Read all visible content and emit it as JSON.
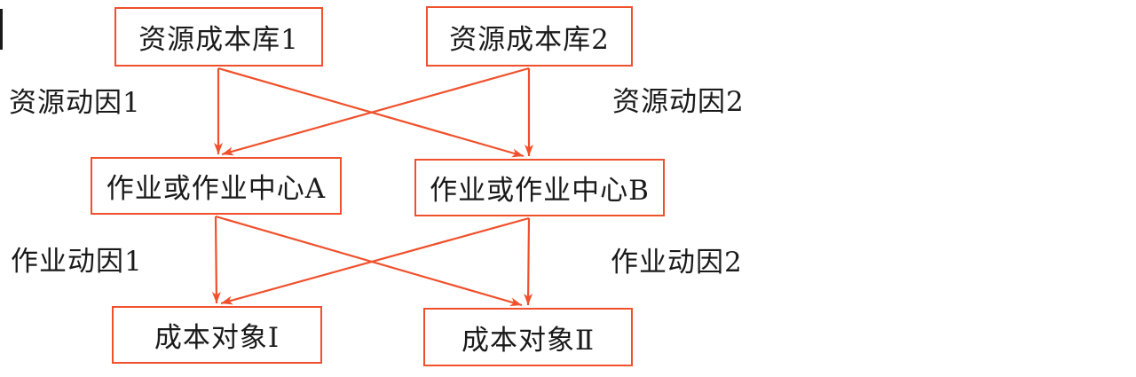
{
  "diagram": {
    "type": "flow-diagram",
    "topic": "activity-based-costing-flow",
    "colors": {
      "line": "#f0502b",
      "box_border": "#f0502b",
      "text": "#1a1a1a",
      "background": "#ffffff"
    },
    "nodes": {
      "resource_pool_1": {
        "label": "资源成本库1"
      },
      "resource_pool_2": {
        "label": "资源成本库2"
      },
      "activity_center_a": {
        "label": "作业或作业中心A"
      },
      "activity_center_b": {
        "label": "作业或作业中心B"
      },
      "cost_object_1": {
        "label": "成本对象Ⅰ"
      },
      "cost_object_2": {
        "label": "成本对象Ⅱ"
      }
    },
    "edge_labels": {
      "resource_driver_1": "资源动因1",
      "resource_driver_2": "资源动因2",
      "activity_driver_1": "作业动因1",
      "activity_driver_2": "作业动因2"
    },
    "connections": [
      {
        "from": "resource_pool_1",
        "to": "activity_center_a"
      },
      {
        "from": "resource_pool_1",
        "to": "activity_center_b"
      },
      {
        "from": "resource_pool_2",
        "to": "activity_center_a"
      },
      {
        "from": "resource_pool_2",
        "to": "activity_center_b"
      },
      {
        "from": "activity_center_a",
        "to": "cost_object_1"
      },
      {
        "from": "activity_center_a",
        "to": "cost_object_2"
      },
      {
        "from": "activity_center_b",
        "to": "cost_object_1"
      },
      {
        "from": "activity_center_b",
        "to": "cost_object_2"
      }
    ]
  }
}
